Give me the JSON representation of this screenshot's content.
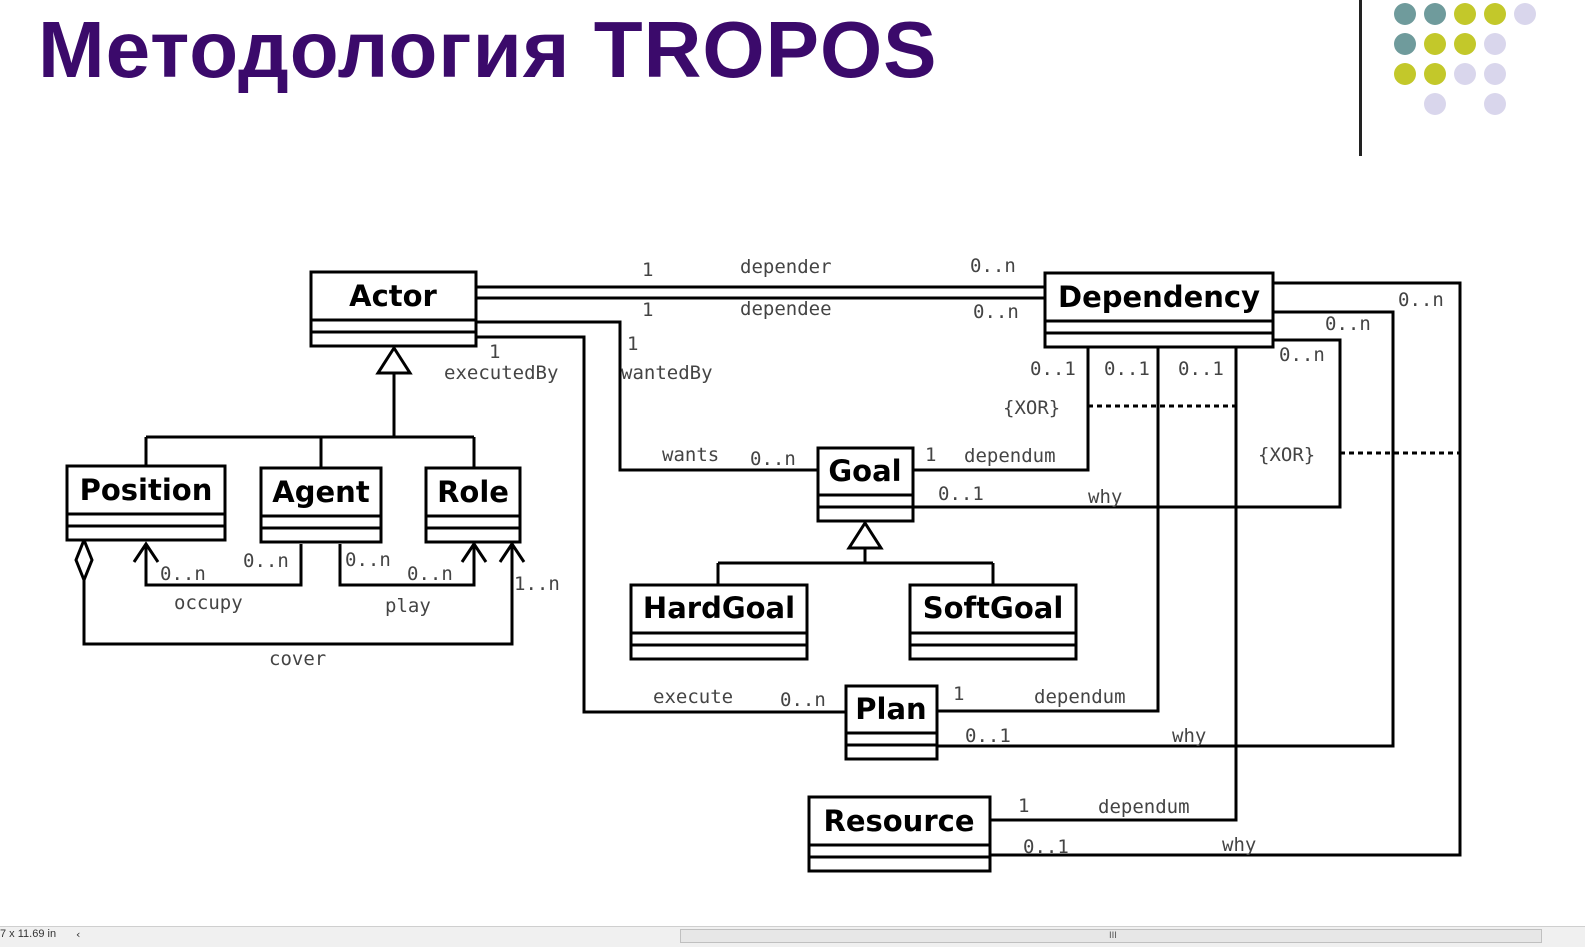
{
  "slide": {
    "title": "Методология TROPOS"
  },
  "decor": {
    "dot_colors": [
      "#6f9b9c",
      "#c3c82a",
      "#d9d6ec"
    ],
    "dot_grid": [
      [
        "teal",
        "teal",
        "lime",
        "lime",
        "lavender"
      ],
      [
        "teal",
        "lime",
        "lime",
        "lavender",
        null
      ],
      [
        "lime",
        "lime",
        "lavender",
        "lavender",
        null
      ],
      [
        null,
        "lavender",
        null,
        "lavender",
        null
      ]
    ]
  },
  "diagram": {
    "classes": {
      "actor": "Actor",
      "dependency": "Dependency",
      "position": "Position",
      "agent": "Agent",
      "role": "Role",
      "goal": "Goal",
      "hardgoal": "HardGoal",
      "softgoal": "SoftGoal",
      "plan": "Plan",
      "resource": "Resource"
    },
    "labels": {
      "depender": "depender",
      "depender_mult_1": "1",
      "depender_mult_n": "0..n",
      "dependee": "dependee",
      "dependee_mult_1": "1",
      "dependee_mult_n": "0..n",
      "executedby_mult": "1",
      "executedby": "executedBy",
      "wantedby_mult": "1",
      "wantedby": "wantedBy",
      "wants": "wants",
      "wants_mult": "0..n",
      "dep_right_mult_1": "0..n",
      "dep_right_mult_2": "0..n",
      "dep_right_mult_3": "0..n",
      "dep_goal_mult": "0..1",
      "dep_plan_mult": "0..1",
      "dep_res_mult": "0..1",
      "xor_1": "{XOR}",
      "xor_2": "{XOR}",
      "goal_dependum_mult": "1",
      "goal_dependum": "dependum",
      "goal_why_mult": "0..1",
      "goal_why": "why",
      "occupy_mult_1": "0..n",
      "occupy_mult_2": "0..n",
      "occupy": "occupy",
      "play_mult_1": "0..n",
      "play_mult_2": "0..n",
      "play": "play",
      "cover_mult": "1..n",
      "cover": "cover",
      "execute": "execute",
      "execute_mult": "0..n",
      "plan_dependum_mult": "1",
      "plan_dependum": "dependum",
      "plan_why_mult": "0..1",
      "plan_why": "why",
      "res_dependum_mult": "1",
      "res_dependum": "dependum",
      "res_why_mult": "0..1",
      "res_why": "why"
    }
  },
  "statusbar": {
    "page_size": "7 x 11.69 in",
    "grip": "III"
  }
}
